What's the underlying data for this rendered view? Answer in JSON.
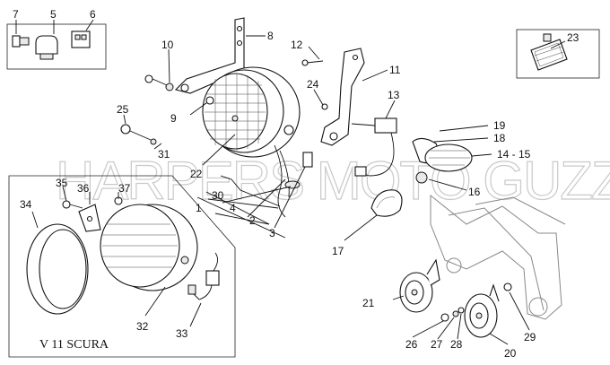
{
  "watermark": "HARPERS MOTO GUZZI©",
  "caption": "V 11 SCURA",
  "callouts": [
    {
      "id": "c7",
      "label": "7"
    },
    {
      "id": "c5",
      "label": "5"
    },
    {
      "id": "c6",
      "label": "6"
    },
    {
      "id": "c10",
      "label": "10"
    },
    {
      "id": "c8",
      "label": "8"
    },
    {
      "id": "c12",
      "label": "12"
    },
    {
      "id": "c11",
      "label": "11"
    },
    {
      "id": "c23",
      "label": "23"
    },
    {
      "id": "c24",
      "label": "24"
    },
    {
      "id": "c9",
      "label": "9"
    },
    {
      "id": "c13",
      "label": "13"
    },
    {
      "id": "c25",
      "label": "25"
    },
    {
      "id": "c19",
      "label": "19"
    },
    {
      "id": "c18",
      "label": "18"
    },
    {
      "id": "c31",
      "label": "31"
    },
    {
      "id": "c22",
      "label": "22"
    },
    {
      "id": "c14",
      "label": "14 - 15"
    },
    {
      "id": "c35",
      "label": "35"
    },
    {
      "id": "c36",
      "label": "36"
    },
    {
      "id": "c37",
      "label": "37"
    },
    {
      "id": "c30",
      "label": "30"
    },
    {
      "id": "c34",
      "label": "34"
    },
    {
      "id": "c1",
      "label": "1"
    },
    {
      "id": "c4",
      "label": "4"
    },
    {
      "id": "c16",
      "label": "16"
    },
    {
      "id": "c2",
      "label": "2"
    },
    {
      "id": "c3",
      "label": "3"
    },
    {
      "id": "c17",
      "label": "17"
    },
    {
      "id": "c21",
      "label": "21"
    },
    {
      "id": "c32",
      "label": "32"
    },
    {
      "id": "c33",
      "label": "33"
    },
    {
      "id": "c26",
      "label": "26"
    },
    {
      "id": "c27",
      "label": "27"
    },
    {
      "id": "c28",
      "label": "28"
    },
    {
      "id": "c20",
      "label": "20"
    },
    {
      "id": "c29",
      "label": "29"
    }
  ]
}
